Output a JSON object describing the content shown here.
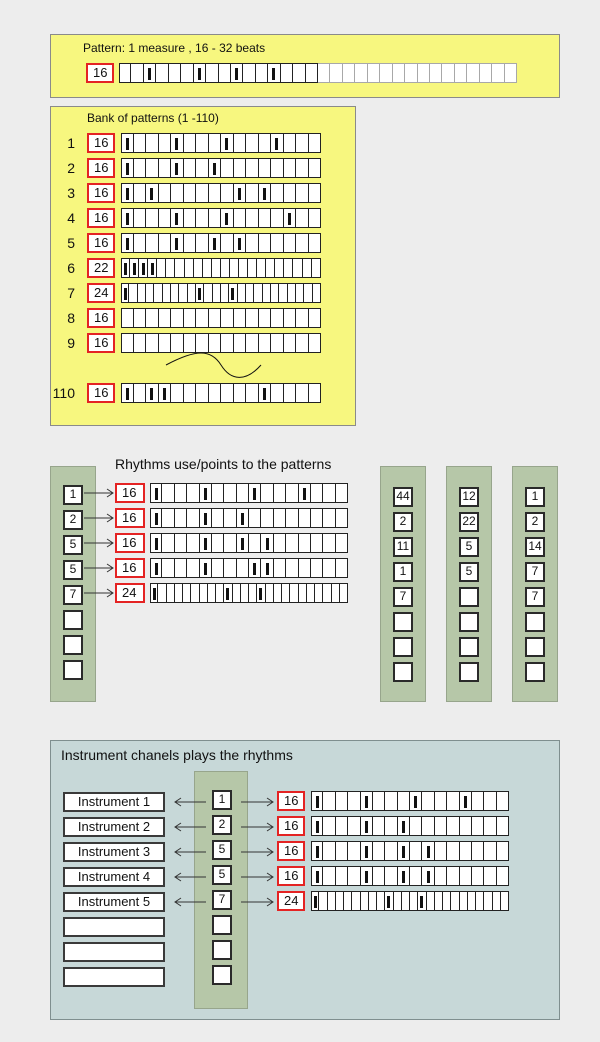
{
  "pattern_panel": {
    "title": "Pattern: 1 measure , 16 - 32 beats",
    "length": "16",
    "total_cells": 32,
    "active_cells": 16,
    "beats": [
      2,
      6,
      9,
      12
    ]
  },
  "bank_panel": {
    "title": "Bank of patterns (1 -110)",
    "rows": [
      {
        "index": "1",
        "length": "16",
        "beats": [
          0,
          4,
          8,
          12
        ]
      },
      {
        "index": "2",
        "length": "16",
        "beats": [
          0,
          4,
          7
        ]
      },
      {
        "index": "3",
        "length": "16",
        "beats": [
          0,
          2,
          9,
          11
        ]
      },
      {
        "index": "4",
        "length": "16",
        "beats": [
          0,
          4,
          8,
          13
        ]
      },
      {
        "index": "5",
        "length": "16",
        "beats": [
          0,
          4,
          7,
          9
        ]
      },
      {
        "index": "6",
        "length": "22",
        "beats": [
          0,
          1,
          2,
          3
        ]
      },
      {
        "index": "7",
        "length": "24",
        "beats": [
          0,
          9,
          13
        ]
      },
      {
        "index": "8",
        "length": "16",
        "beats": []
      },
      {
        "index": "9",
        "length": "16",
        "beats": []
      },
      {
        "index": "110",
        "length": "16",
        "beats": [
          0,
          2,
          3,
          11
        ]
      }
    ]
  },
  "rhythm_panel": {
    "title": "Rhythms use/points to the patterns",
    "column_a": [
      "1",
      "2",
      "5",
      "5",
      "7",
      "",
      "",
      ""
    ],
    "rows": [
      {
        "length": "16",
        "beats": [
          0,
          4,
          8,
          12
        ]
      },
      {
        "length": "16",
        "beats": [
          0,
          4,
          7
        ]
      },
      {
        "length": "16",
        "beats": [
          0,
          4,
          7,
          9
        ]
      },
      {
        "length": "16",
        "beats": [
          0,
          4,
          8,
          9
        ]
      },
      {
        "length": "24",
        "beats": [
          0,
          9,
          13
        ]
      }
    ],
    "column_b": [
      "44",
      "2",
      "11",
      "1",
      "7",
      "",
      "",
      ""
    ],
    "column_c": [
      "12",
      "22",
      "5",
      "5",
      "",
      "",
      "",
      ""
    ],
    "column_d": [
      "1",
      "2",
      "14",
      "7",
      "7",
      "",
      "",
      ""
    ]
  },
  "instrument_panel": {
    "title": "Instrument chanels plays the rhythms",
    "instruments": [
      "Instrument 1",
      "Instrument 2",
      "Instrument 3",
      "Instrument 4",
      "Instrument 5",
      "",
      "",
      ""
    ],
    "channels": [
      "1",
      "2",
      "5",
      "5",
      "7",
      "",
      "",
      ""
    ],
    "rows": [
      {
        "length": "16",
        "beats": [
          0,
          4,
          8,
          12
        ]
      },
      {
        "length": "16",
        "beats": [
          0,
          4,
          7
        ]
      },
      {
        "length": "16",
        "beats": [
          0,
          4,
          7,
          9
        ]
      },
      {
        "length": "16",
        "beats": [
          0,
          4,
          7,
          9
        ]
      },
      {
        "length": "24",
        "beats": [
          0,
          9,
          13
        ]
      }
    ]
  },
  "colors": {
    "yellow_panel": "#f7f77f",
    "green_column": "#b6c7a8",
    "blue_panel": "#c7d8d8",
    "length_border": "#e42323"
  }
}
